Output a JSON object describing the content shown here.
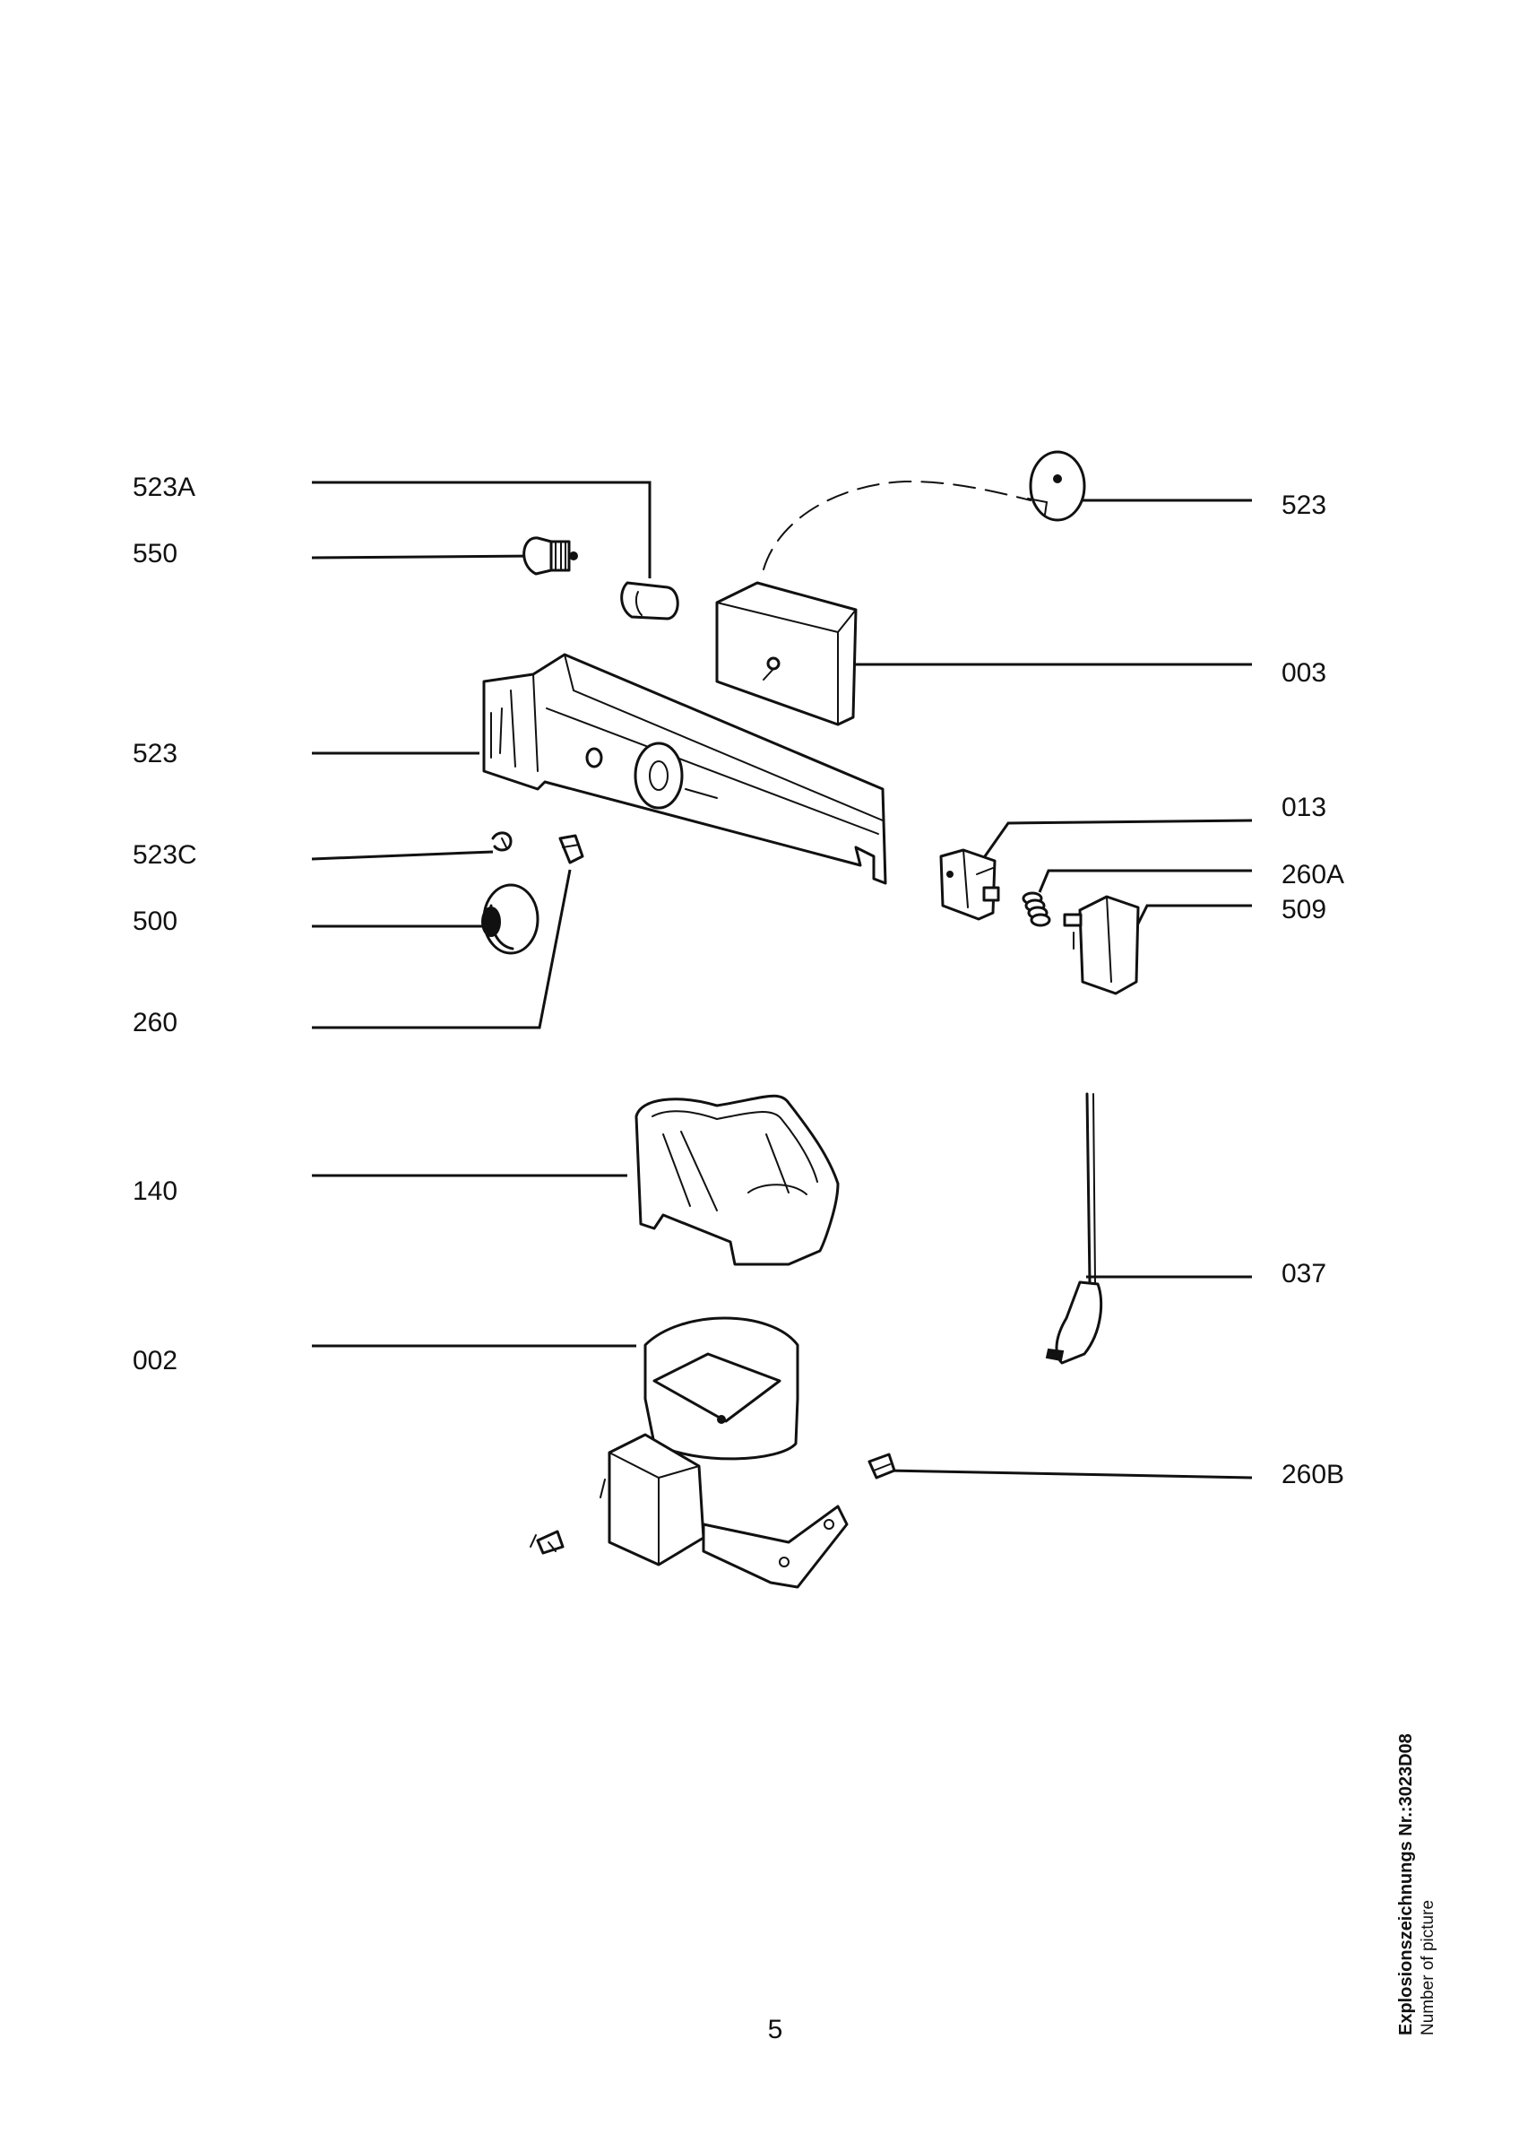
{
  "labels_left": [
    "523A",
    "550",
    "523",
    "523C",
    "500",
    "260",
    "140",
    "002"
  ],
  "labels_right": [
    "523",
    "003",
    "013",
    "260A",
    "509",
    "037",
    "260B"
  ],
  "page_number": "5",
  "caption": {
    "title": "Explosionszeichnungs Nr.:3023D08",
    "subtitle": "Number of picture"
  }
}
